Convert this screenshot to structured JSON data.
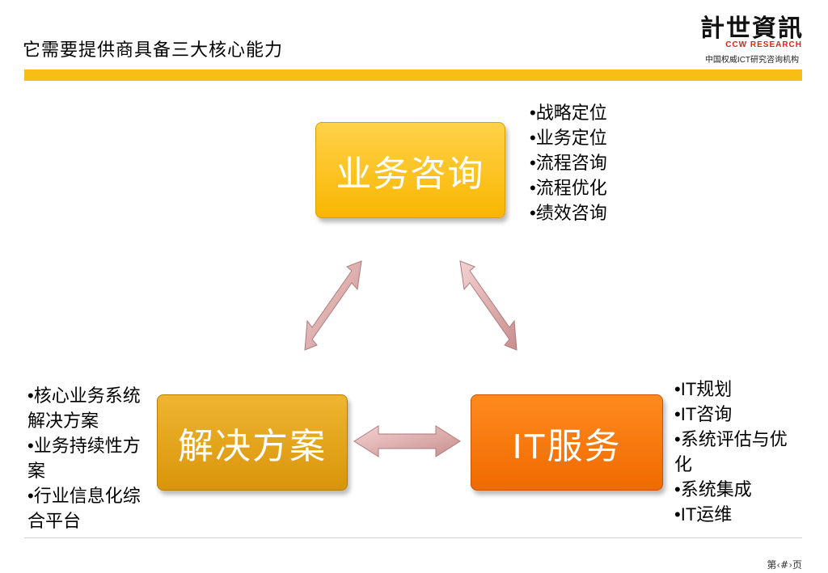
{
  "slide": {
    "title": "它需要提供商具备三大核心能力",
    "page_number": "第‹#›页"
  },
  "logo": {
    "mark": "計世資訊",
    "en": "CCW RESEARCH",
    "sub": "中国权威ICT研究咨询机构"
  },
  "colors": {
    "accent_bar": "#f7bf16",
    "business_box": "#f9b600",
    "solution_box": "#d9950a",
    "it_box": "#f06a00",
    "arrow": "#d9a4a4"
  },
  "diagram": {
    "business": {
      "label": "业务咨询",
      "items": [
        "战略定位",
        "业务定位",
        "流程咨询",
        "流程优化",
        "绩效咨询"
      ]
    },
    "solution": {
      "label": "解决方案",
      "items": [
        "核心业务系统解决方案",
        "业务持续性方案",
        "行业信息化综合平台"
      ]
    },
    "it_service": {
      "label": "IT服务",
      "items": [
        "IT规划",
        "IT咨询",
        "系统评估与优化",
        "系统集成",
        "IT运维"
      ]
    }
  }
}
